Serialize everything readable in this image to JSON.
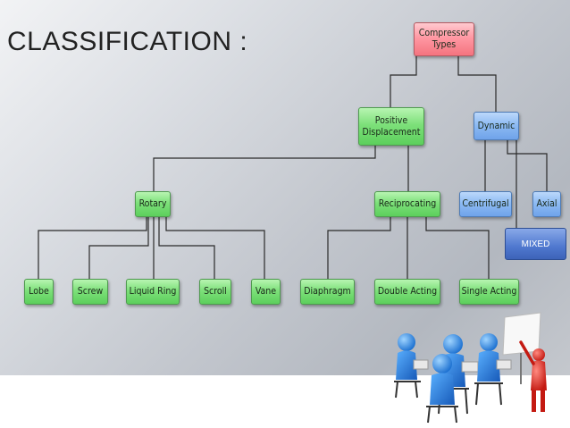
{
  "title": "CLASSIFICATION :",
  "nodes": {
    "root": "Compressor\nTypes",
    "positive_displacement": "Positive\nDisplacement",
    "dynamic": "Dynamic",
    "rotary": "Rotary",
    "reciprocating": "Reciprocating",
    "centrifugal": "Centrifugal",
    "axial": "Axial",
    "mixed": "MIXED",
    "lobe": "Lobe",
    "screw": "Screw",
    "liquid_ring": "Liquid Ring",
    "scroll": "Scroll",
    "vane": "Vane",
    "diaphragm": "Diaphragm",
    "double_acting": "Double Acting",
    "single_acting": "Single Acting"
  },
  "colors": {
    "root": "#ff98a3",
    "positive_displacement_branch": "#7de07a",
    "dynamic_branch": "#8ebbf3",
    "mixed": "#4f78cf"
  },
  "decoration": "presentation-clipart"
}
